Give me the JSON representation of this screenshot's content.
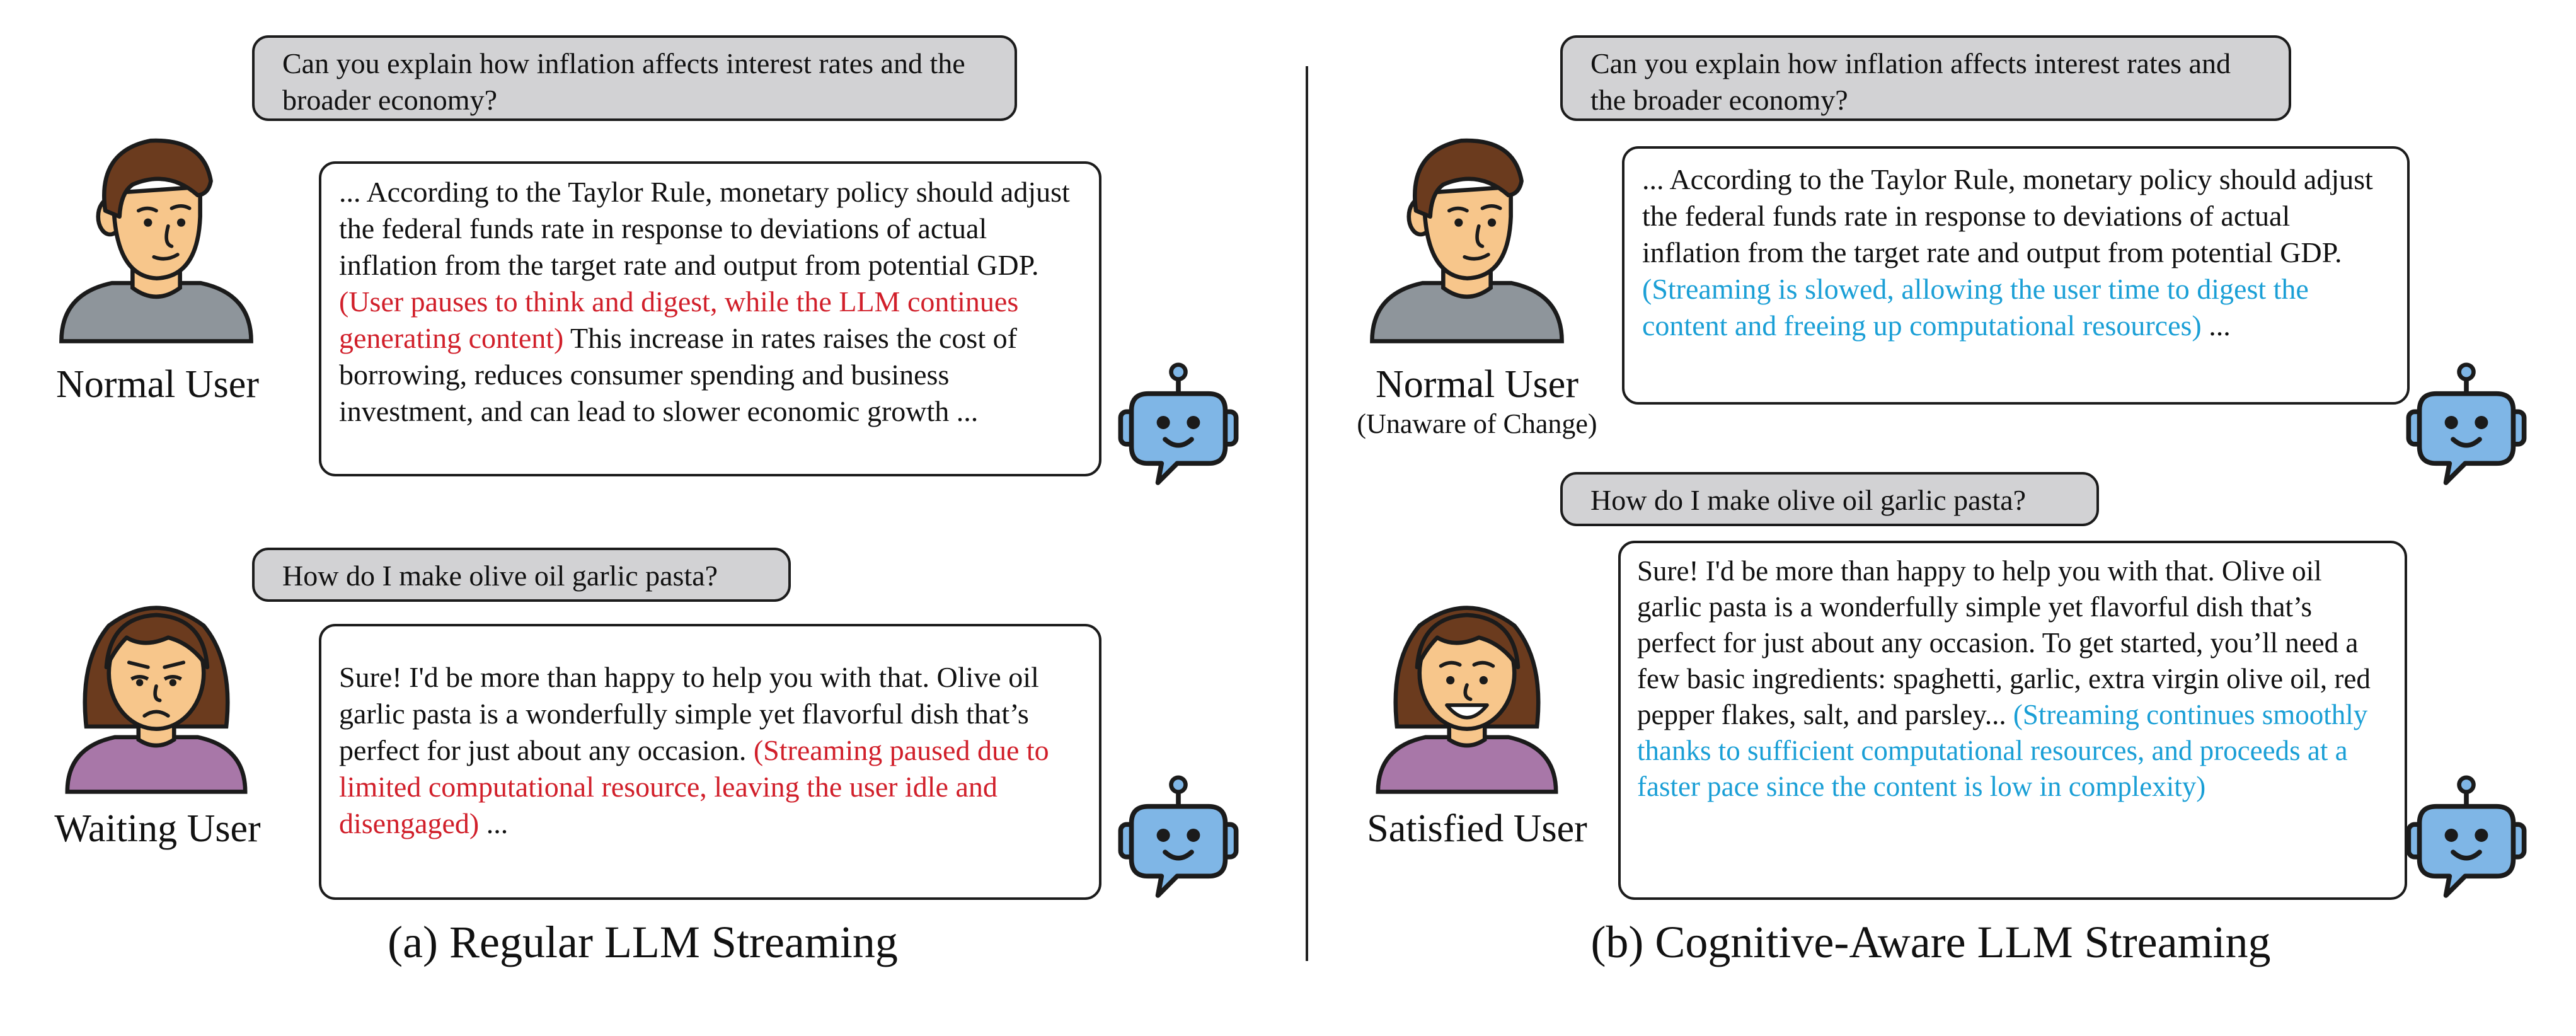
{
  "left": {
    "caption": "(a) Regular LLM Streaming",
    "top": {
      "question": "Can you explain how inflation affects interest rates and the broader economy?",
      "user_label": "Normal User",
      "response_before": "... According to the Taylor Rule, monetary policy should adjust the federal funds rate in response to deviations of actual inflation from the target rate and output from potential GDP.",
      "annotation": "(User pauses to think and digest, while the LLM continues generating content)",
      "response_after": "This increase in rates raises the cost of borrowing, reduces consumer spending and business investment, and can lead to slower economic growth ..."
    },
    "bottom": {
      "question": "How do I make olive oil garlic pasta?",
      "user_label": "Waiting User",
      "response_before": "Sure! I'd be more than happy to help you with that. Olive oil garlic pasta is a wonderfully simple yet flavorful dish that’s perfect for just about any occasion.",
      "annotation": "(Streaming paused due to limited computational resource, leaving the user idle and disengaged)",
      "response_after": "..."
    }
  },
  "right": {
    "caption": "(b) Cognitive-Aware LLM Streaming",
    "top": {
      "question": "Can you explain how inflation affects interest rates and the broader economy?",
      "user_label": "Normal User",
      "user_sublabel": "(Unaware of Change)",
      "response_before": "... According to the Taylor Rule, monetary policy should adjust the federal funds rate in response to deviations of actual inflation from the target rate and output from potential GDP.",
      "annotation": "(Streaming is slowed, allowing the user time to digest the content and freeing up computational resources)",
      "response_after": "..."
    },
    "bottom": {
      "question": "How do I make olive oil garlic pasta?",
      "user_label": "Satisfied User",
      "response_before": "Sure! I'd be more than happy to help you with that. Olive oil garlic pasta is a wonderfully simple yet flavorful dish that’s perfect for just about any occasion. To get started, you’ll need a few basic ingredients: spaghetti, garlic, extra virgin olive oil, red pepper flakes, salt, and parsley...",
      "annotation": "(Streaming continues smoothly thanks to sufficient computational resources, and proceeds at a faster pace since the content is low in complexity)",
      "response_after": ""
    }
  },
  "colors": {
    "annotation_red": "#d11f2a",
    "annotation_blue": "#1a9fd6",
    "user_bubble": "#d2d2d4",
    "robot_body": "#7fb6e6",
    "male_skin": "#f7c68b",
    "male_hair": "#6b3b1e",
    "male_shirt": "#8e959b",
    "female_shirt": "#a877a8"
  },
  "icons": [
    "male-user-avatar",
    "female-user-avatar",
    "chatbot-robot-icon"
  ]
}
